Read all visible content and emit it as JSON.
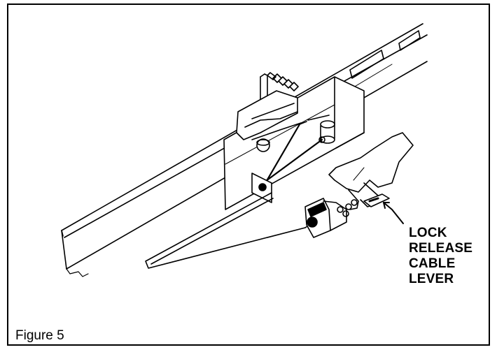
{
  "callout": {
    "lines": [
      "LOCK",
      "RELEASE",
      "CABLE",
      "LEVER"
    ]
  },
  "caption": "Figure 5"
}
